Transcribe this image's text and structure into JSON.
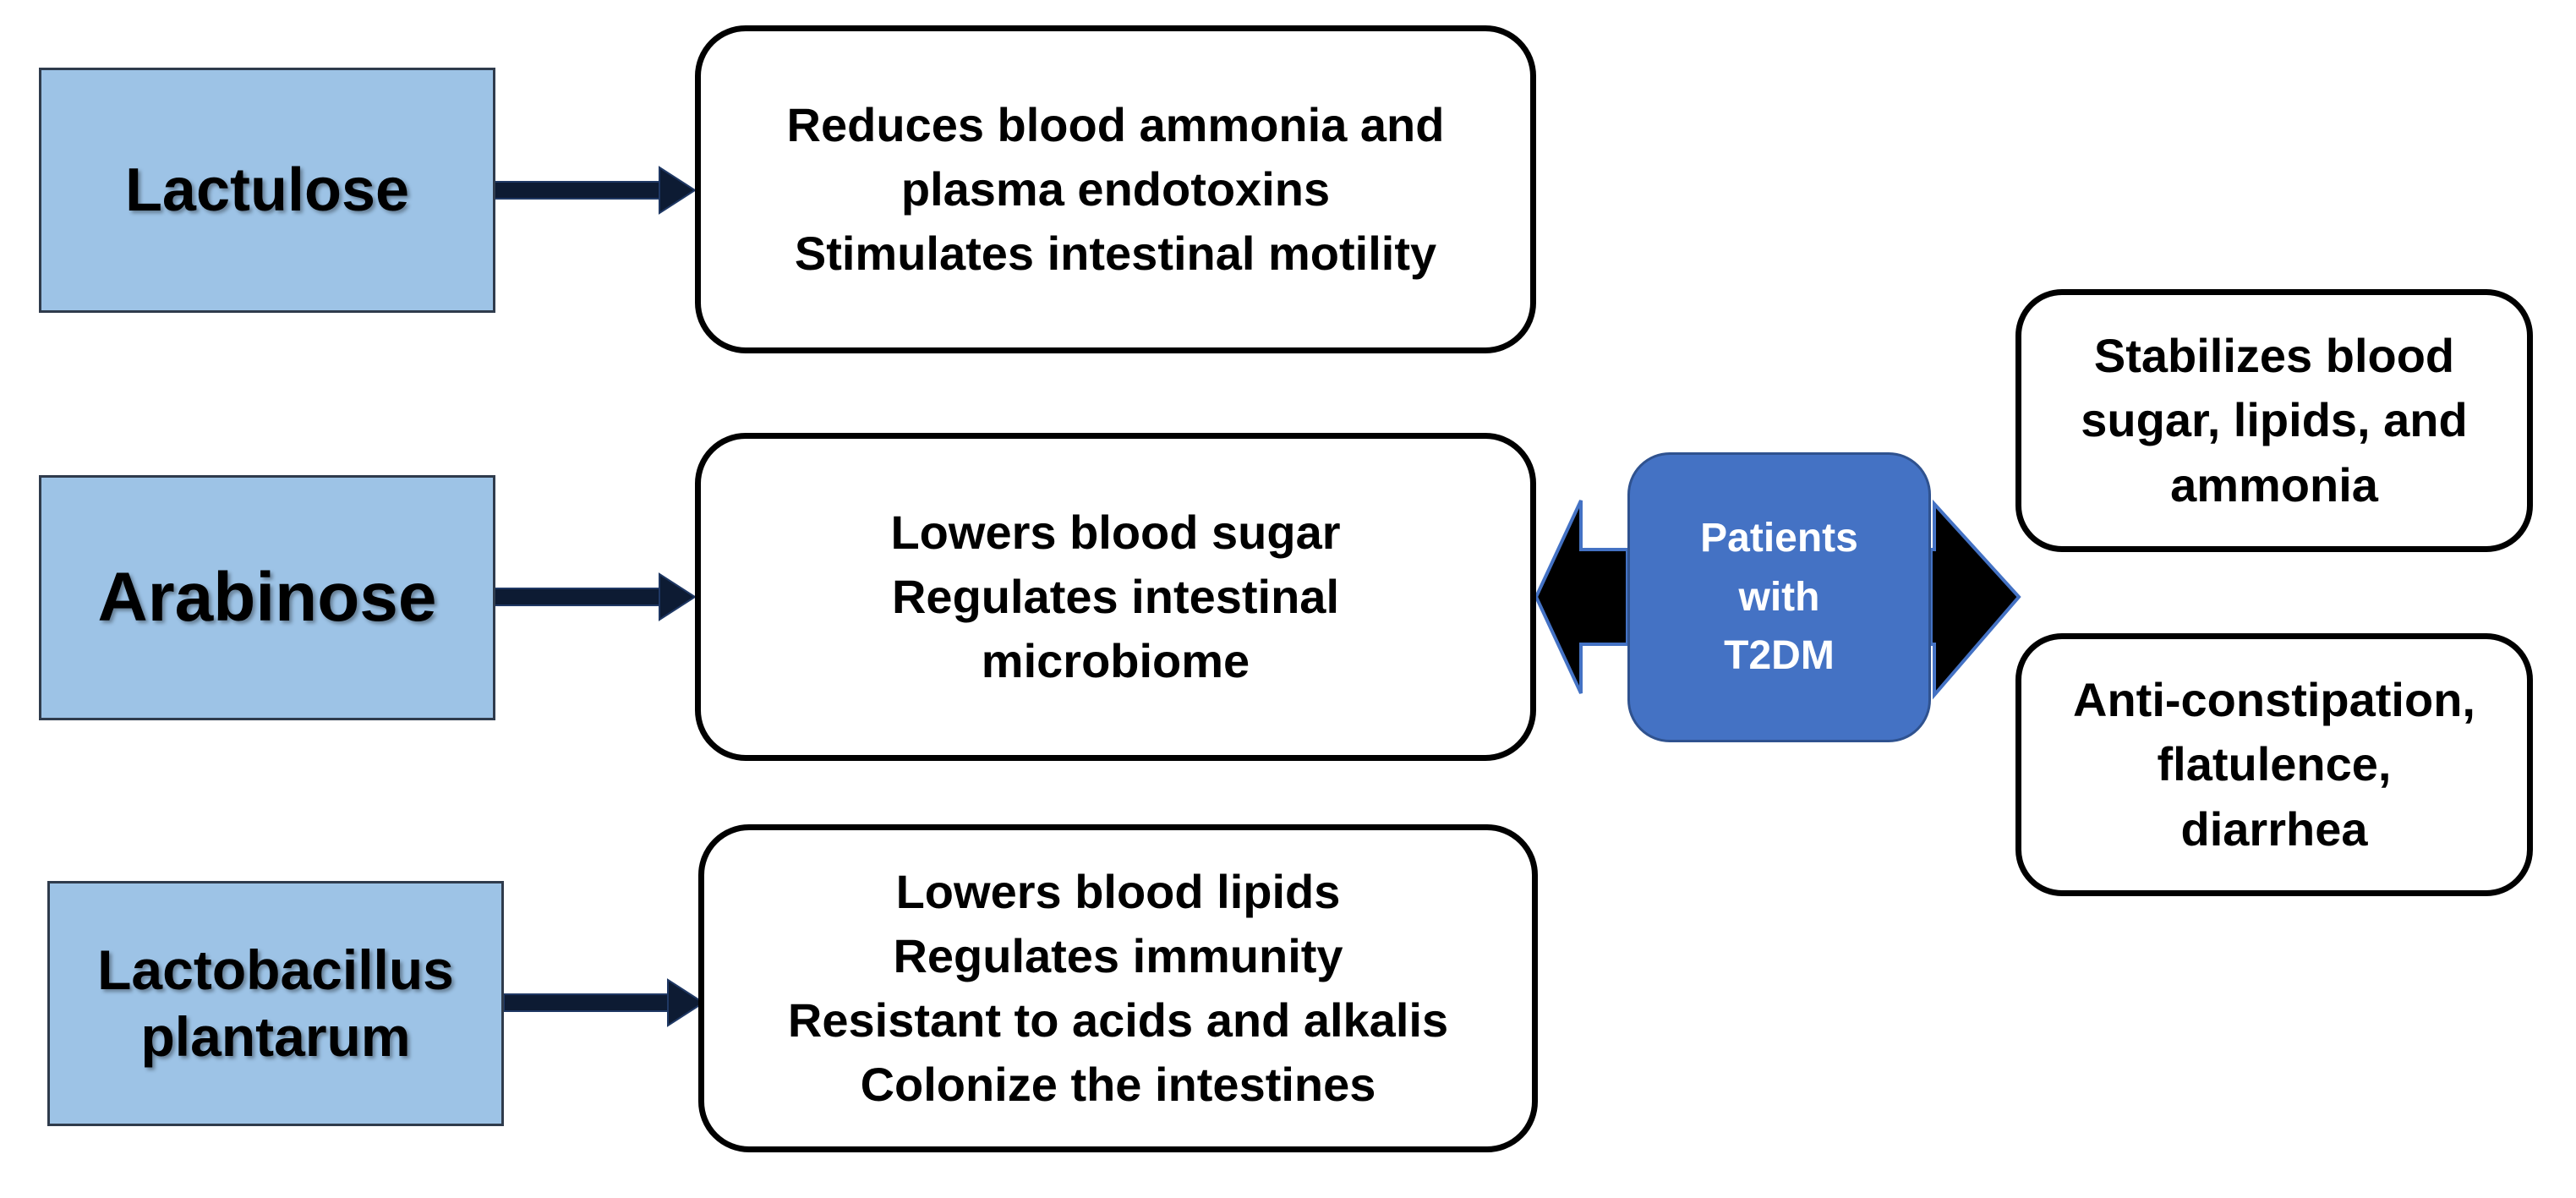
{
  "components": [
    {
      "id": "lactulose",
      "label": "Lactulose"
    },
    {
      "id": "arabinose",
      "label": "Arabinose"
    },
    {
      "id": "lactobacillus",
      "label_lines": [
        "Lactobacillus",
        "plantarum"
      ]
    }
  ],
  "effects": [
    {
      "lines": [
        "Reduces blood ammonia and",
        "plasma endotoxins",
        "Stimulates intestinal motility"
      ]
    },
    {
      "lines": [
        "Lowers blood sugar",
        "Regulates intestinal",
        "microbiome"
      ]
    },
    {
      "lines": [
        "Lowers blood lipids",
        "Regulates immunity",
        "Resistant to acids and alkalis",
        "Colonize the intestines"
      ]
    }
  ],
  "center": {
    "lines": [
      "Patients",
      "with",
      "T2DM"
    ]
  },
  "outcomes": [
    {
      "lines": [
        "Stabilizes blood",
        "sugar, lipids, and",
        "ammonia"
      ]
    },
    {
      "lines": [
        "Anti-constipation,",
        "flatulence,",
        "diarrhea"
      ]
    }
  ],
  "colors": {
    "component_fill": "#9dc3e6",
    "center_fill": "#4472c4",
    "arrow": "#000000"
  }
}
